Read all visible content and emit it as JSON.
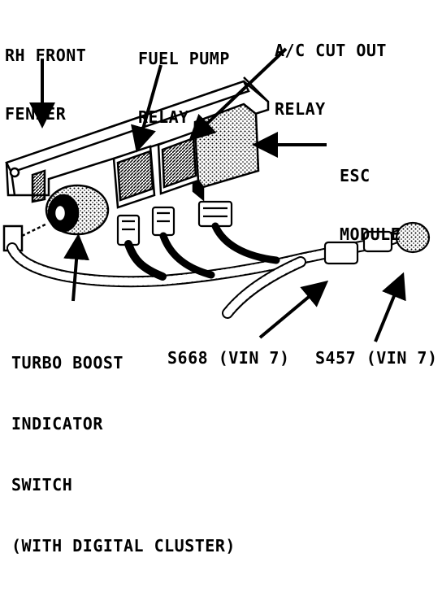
{
  "labels": {
    "rh_front_fender": [
      "RH FRONT",
      "FENDER"
    ],
    "fuel_pump_relay": [
      "FUEL PUMP",
      "RELAY"
    ],
    "ac_cut_out_relay": [
      "A/C CUT OUT",
      "RELAY"
    ],
    "esc_module": [
      "ESC",
      "MODULE"
    ],
    "turbo_boost_switch": [
      "TURBO BOOST",
      "INDICATOR",
      "SWITCH",
      "(WITH DIGITAL CLUSTER)"
    ],
    "s668": "S668 (VIN 7)",
    "s457": "S457 (VIN 7)"
  },
  "colors": {
    "ink": "#000000",
    "paper": "#ffffff"
  }
}
